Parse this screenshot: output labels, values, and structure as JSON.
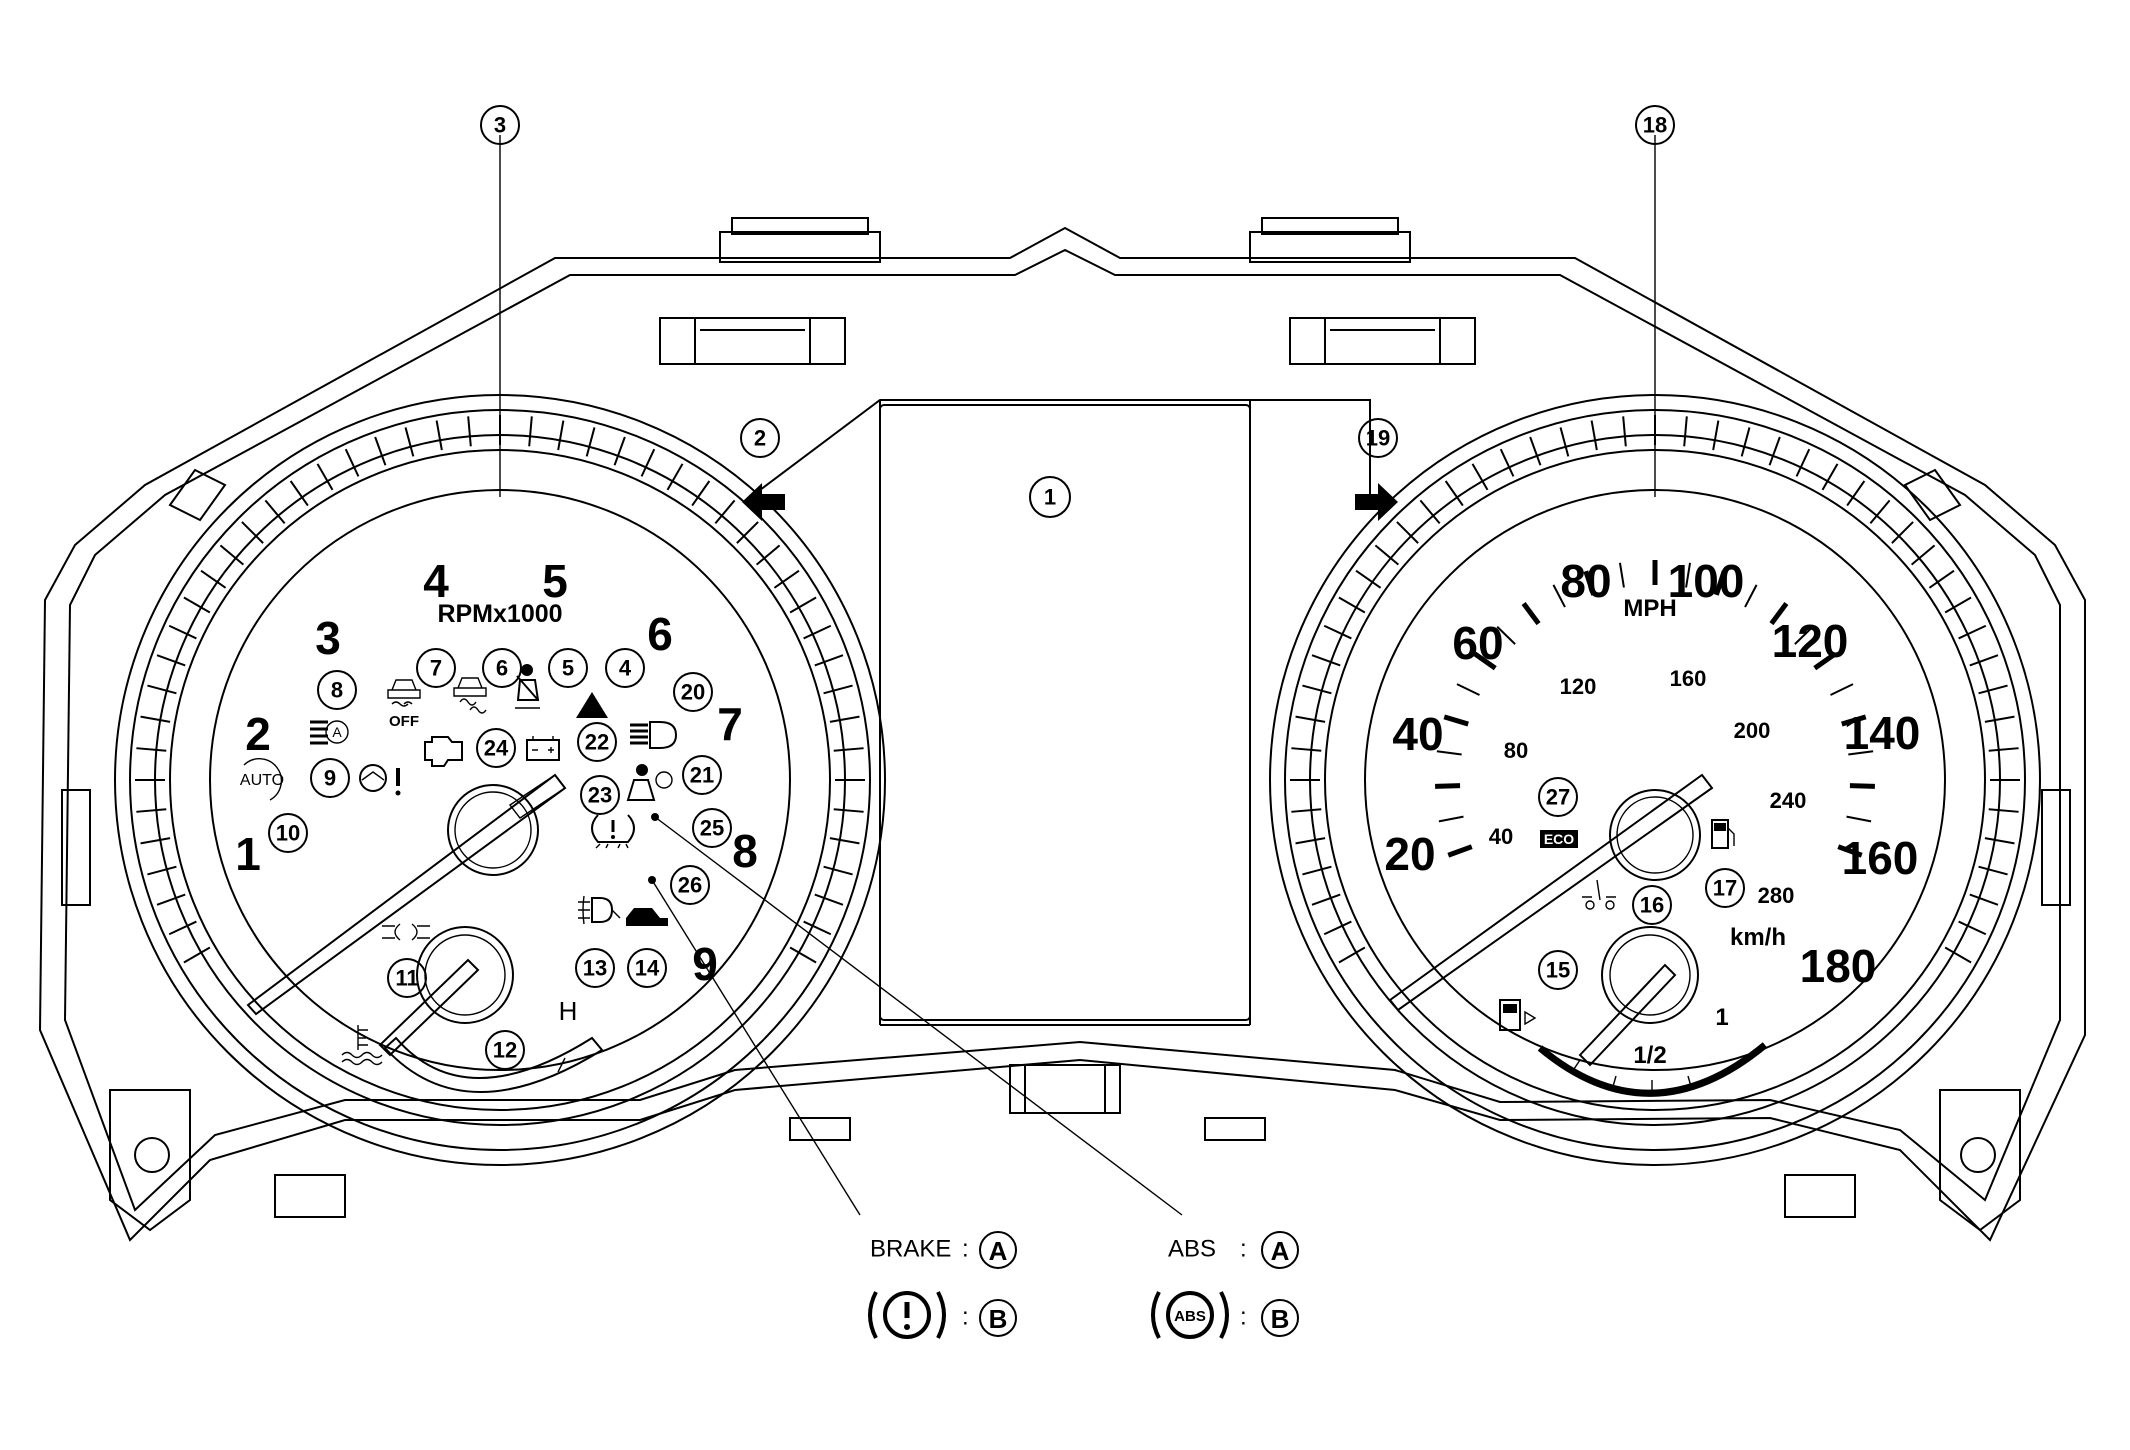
{
  "center_display": {
    "callout": "1"
  },
  "tachometer": {
    "scale_numbers": [
      "1",
      "2",
      "3",
      "4",
      "5",
      "6",
      "7",
      "8",
      "9"
    ],
    "unit_label": "RPMx1000",
    "callout": "3",
    "temp_gauge": {
      "hot_label": "H",
      "callout": "12"
    }
  },
  "speedometer": {
    "mph_numbers": [
      "20",
      "40",
      "60",
      "80",
      "100",
      "120",
      "140",
      "160",
      "180"
    ],
    "kmh_numbers": [
      "40",
      "80",
      "120",
      "160",
      "200",
      "240",
      "280"
    ],
    "mph_label": "MPH",
    "kmh_label": "km/h",
    "callout": "18",
    "fuel_gauge": {
      "half_label": "1/2",
      "full_label": "1"
    }
  },
  "turn_signals": {
    "left_callout": "2",
    "right_callout": "19"
  },
  "indicators": {
    "auto_label": "AUTO",
    "off_label": "OFF",
    "eco_label": "ECO",
    "abs_icon_label": "ABS",
    "callouts": [
      "4",
      "5",
      "6",
      "7",
      "8",
      "9",
      "10",
      "11",
      "13",
      "14",
      "15",
      "16",
      "17",
      "20",
      "21",
      "22",
      "23",
      "24",
      "25",
      "26",
      "27"
    ]
  },
  "legend": {
    "brake_label": "BRAKE",
    "abs_label": "ABS",
    "separator": ":",
    "a_label": "A",
    "b_label": "B"
  }
}
